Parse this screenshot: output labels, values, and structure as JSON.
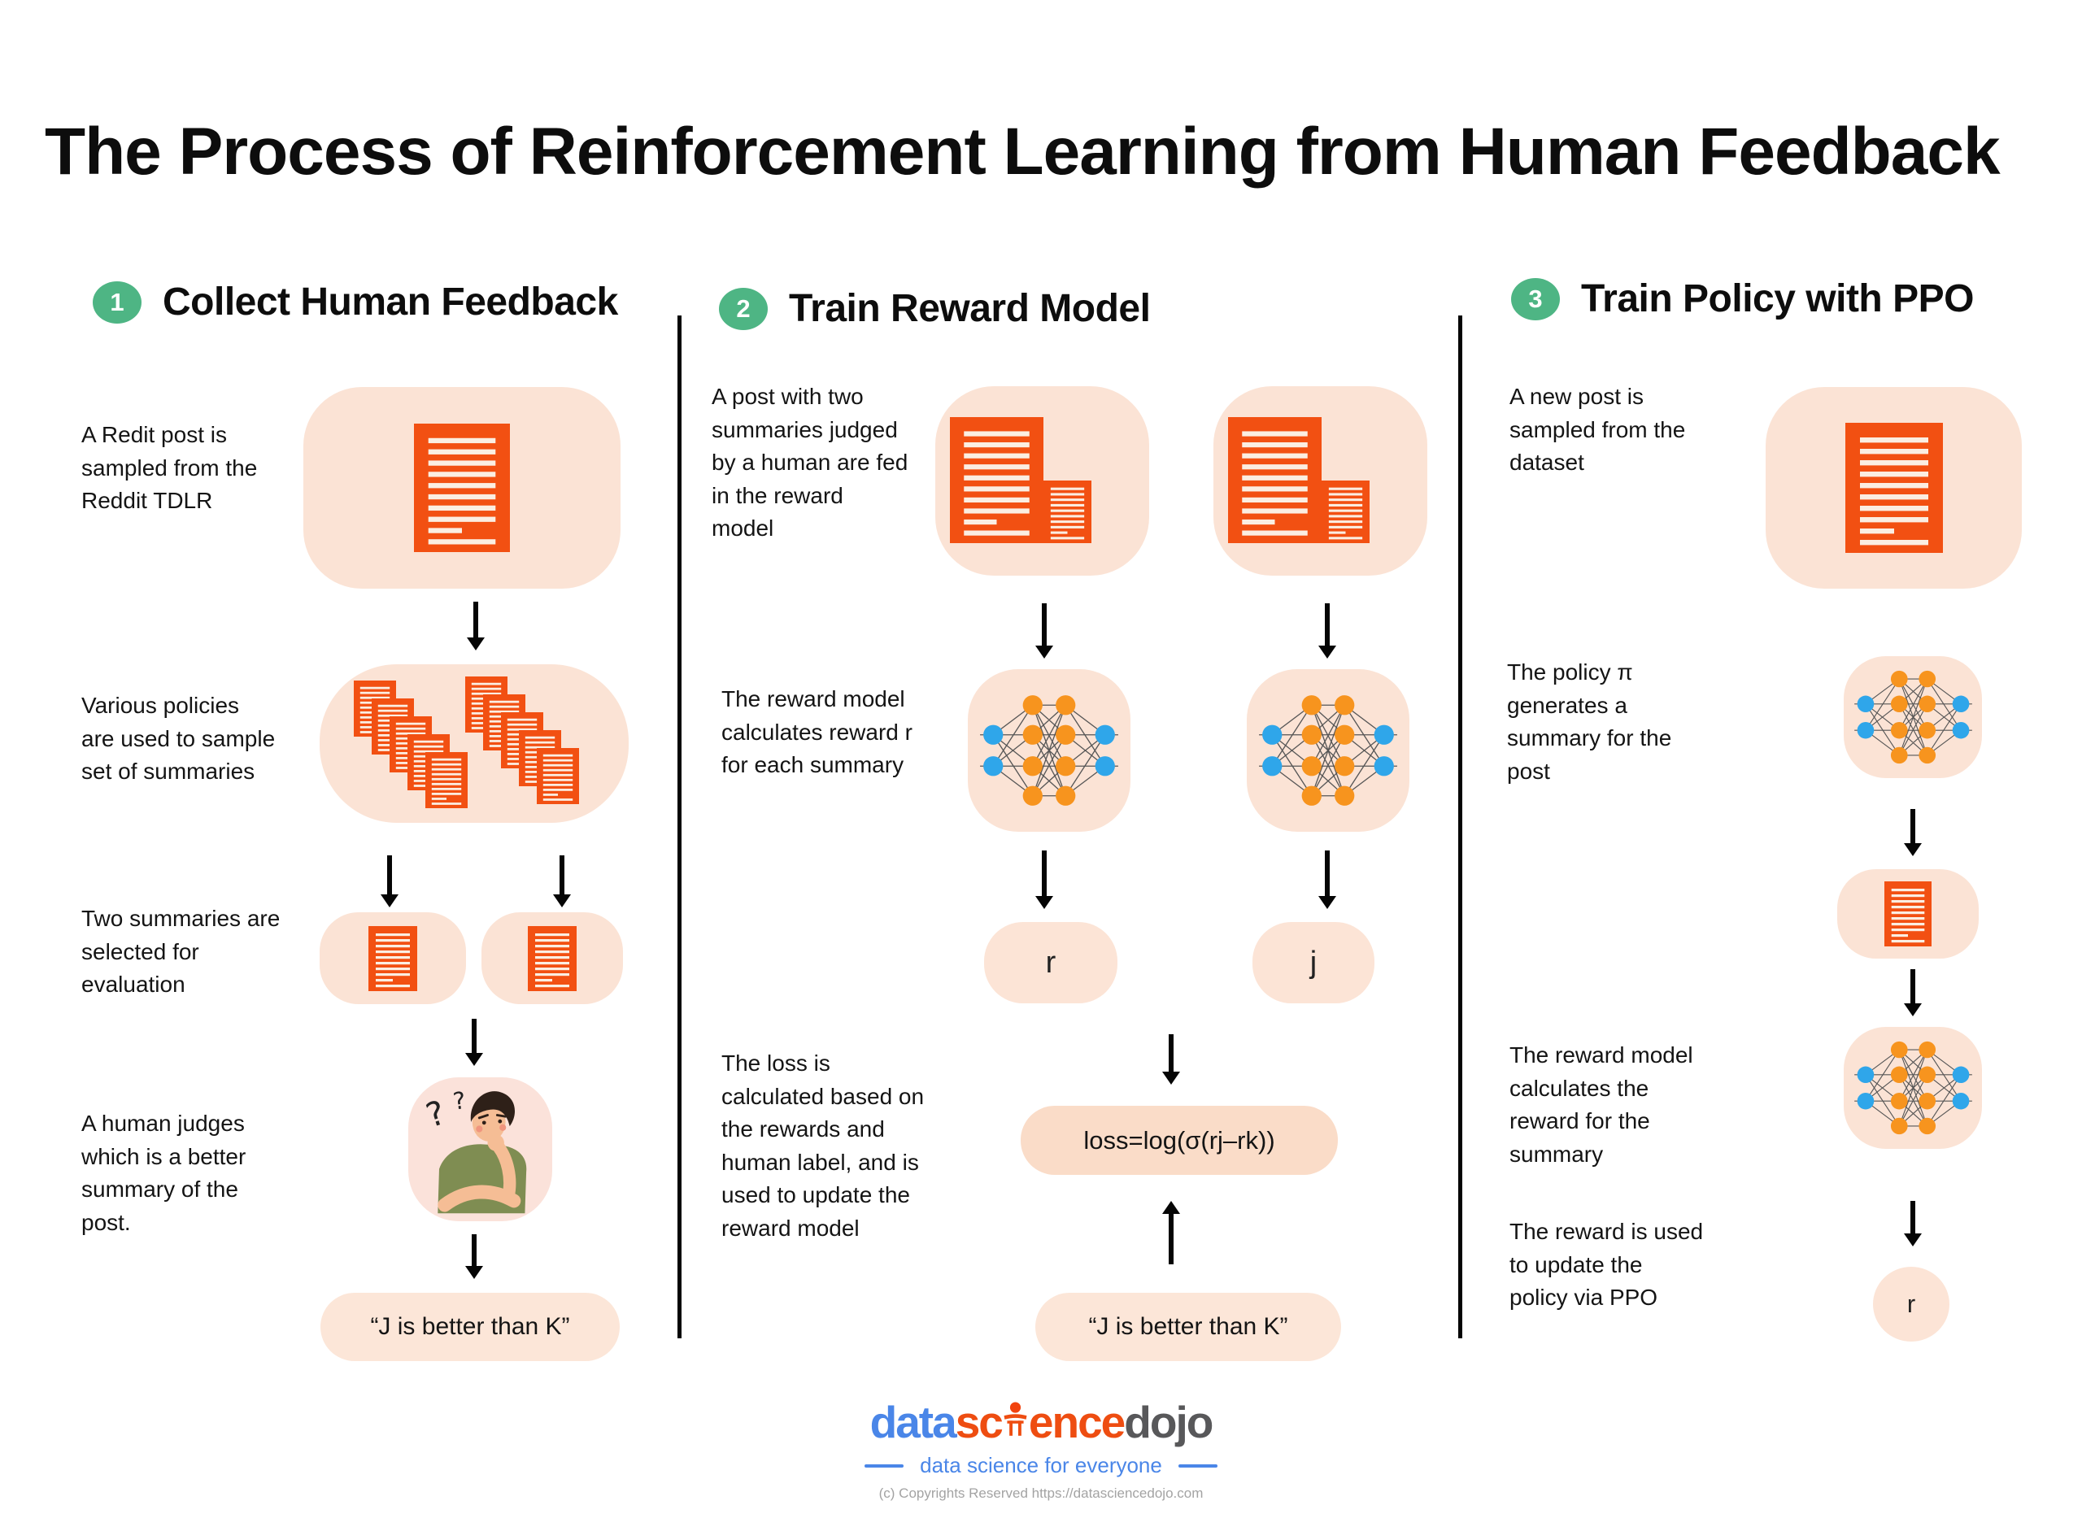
{
  "title": "The Process of Reinforcement Learning from Human Feedback",
  "columns": [
    {
      "badge": "1",
      "heading": "Collect Human Feedback",
      "step1": "A Redit post is sampled from the Reddit TDLR",
      "step2": "Various policies are used to sample set of summaries",
      "step3": "Two summaries are selected for evaluation",
      "step4": "A human judges which is a better summary of the post.",
      "result": "“J is better than K”"
    },
    {
      "badge": "2",
      "heading": "Train Reward Model",
      "step1": "A post with two summaries judged by a human are fed in the reward model",
      "step2": "The reward model calculates reward r for each summary",
      "reward_left": "r",
      "reward_right": "j",
      "step3": "The loss is calculated based on the rewards and human label, and is used to update the reward model",
      "loss_formula": "loss=log(σ(rj–rk))",
      "result": "“J is better than K”"
    },
    {
      "badge": "3",
      "heading": "Train Policy with PPO",
      "step1": "A new post is sampled from the dataset",
      "step2": "The policy π generates a summary for the post",
      "step3": "The reward model calculates the reward for the summary",
      "step4": "The reward is used to update the policy via PPO",
      "reward": "r"
    }
  ],
  "footer": {
    "brand_data": "data",
    "brand_science_left": "sc",
    "brand_science_right": "ence",
    "brand_dojo": "dojo",
    "tagline": "data science for everyone",
    "copyright": "(c) Copyrights Reserved  https://datasciencedojo.com"
  },
  "icons": {
    "document": "document-icon (orange page with text lines)",
    "document_stack": "document-stack-icon (5 cascading pages)",
    "document_pair": "document-pair-icon (post with summary)",
    "neural_network": "neural-network-icon (blue inputs/outputs, orange hidden nodes)",
    "human_judge": "thinking-person-icon (man with hand on chin and question marks)",
    "torii": "torii-gate-icon (logo glyph)",
    "arrow_down": "arrow-down-icon",
    "arrow_up": "arrow-up-icon"
  },
  "colors": {
    "accent_orange": "#f25012",
    "blob_peach": "#fbe3d5",
    "pill_peach": "#fce6d8",
    "formula_peach": "#fadcc8",
    "badge_green": "#4eb584",
    "nn_blue": "#2fa6ea",
    "nn_orange": "#f7941e",
    "brand_blue": "#4a86e8",
    "brand_orange": "#ee4d11",
    "brand_gray": "#58585a",
    "divider_black": "#050505"
  }
}
